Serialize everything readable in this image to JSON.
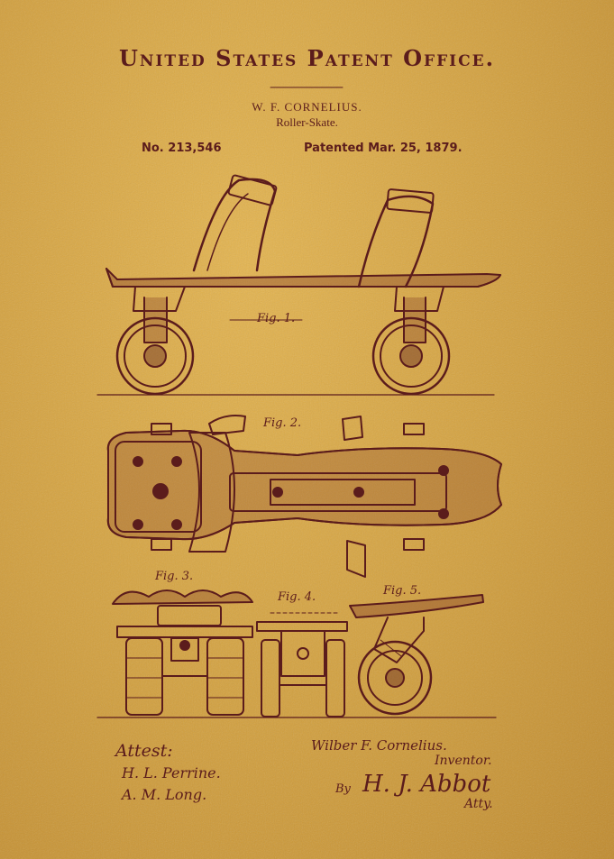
{
  "header": {
    "office": "United States Patent Office."
  },
  "patent": {
    "inventor": "W. F. CORNELIUS.",
    "title": "Roller-Skate.",
    "number": "No. 213,546",
    "date": "Patented Mar. 25, 1879."
  },
  "figures": {
    "fig1": "Fig. 1.",
    "fig2": "Fig. 2.",
    "fig3": "Fig. 3.",
    "fig4": "Fig. 4.",
    "fig5": "Fig. 5."
  },
  "signatures": {
    "attest_label": "Attest:",
    "witness_1": "H. L. Perrine.",
    "witness_2": "A. M. Long.",
    "inventor_signature": "Wilber F. Cornelius.",
    "inventor_role": "Inventor.",
    "by_label": "By",
    "attorney_signature": "H. J. Abbot",
    "attorney_role": "Atty."
  },
  "colors": {
    "paper": "#d4a13e",
    "ink": "#5b1c1c"
  }
}
